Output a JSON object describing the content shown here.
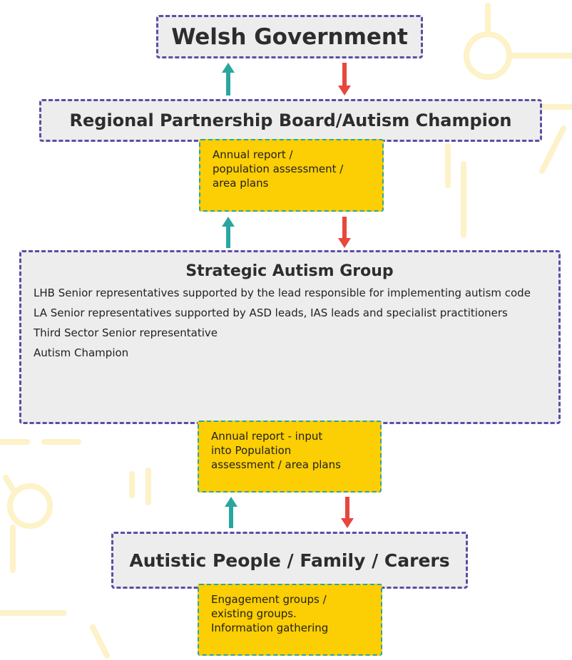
{
  "nodes": {
    "welsh_government": "Welsh Government",
    "regional_partnership_board": "Regional Partnership Board/Autism Champion",
    "strategic_autism_group": {
      "title": "Strategic Autism Group",
      "items": [
        "LHB Senior representatives supported by the lead responsible for implementing autism code",
        "LA Senior representatives supported by ASD leads, IAS leads and specialist practitioners",
        "Third Sector Senior representative",
        "Autism Champion"
      ]
    },
    "autistic_people": "Autistic People / Family / Carers"
  },
  "notes": {
    "note1": [
      "Annual report /",
      "population assessment /",
      "area plans"
    ],
    "note2": [
      "Annual report - input",
      "into Population",
      "assessment / area plans"
    ],
    "note3": [
      "Engagement groups /",
      "existing groups.",
      "Information gathering"
    ]
  },
  "colors": {
    "box_border": "#5b4ea3",
    "box_fill": "#ededed",
    "note_fill": "#fcce04",
    "note_border": "#2aa6a0",
    "arrow_up": "#2aa6a0",
    "arrow_down": "#e8473d",
    "background_decor": "#fdf2c8"
  }
}
